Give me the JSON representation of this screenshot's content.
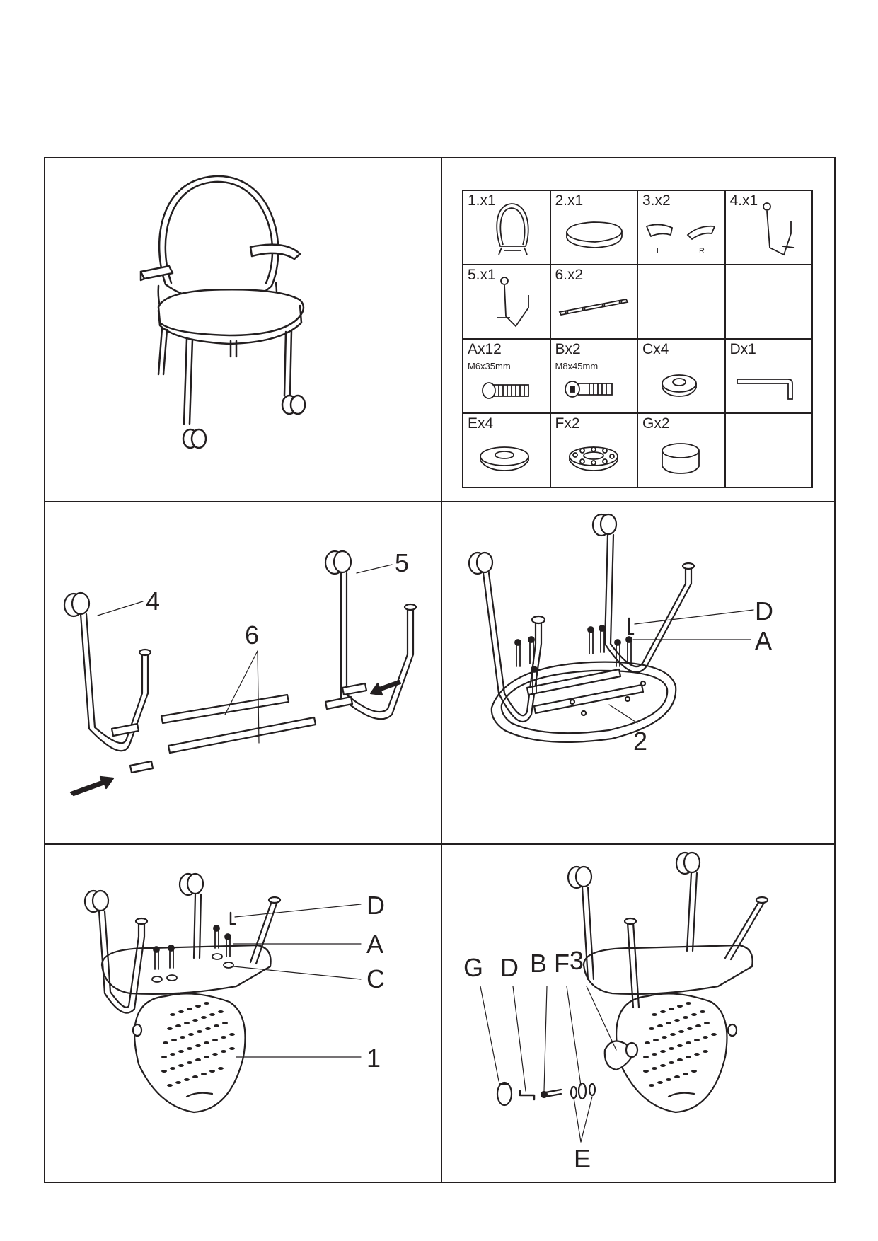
{
  "parts_table": {
    "rows": [
      [
        {
          "label": "1.x1",
          "icon": "backrest-icon"
        },
        {
          "label": "2.x1",
          "icon": "seat-cushion-icon"
        },
        {
          "label": "3.x2",
          "icon": "armrest-pair-icon",
          "marks": [
            "L",
            "R"
          ]
        },
        {
          "label": "4.x1",
          "icon": "leg-frame-left-icon"
        }
      ],
      [
        {
          "label": "5.x1",
          "icon": "leg-frame-right-icon"
        },
        {
          "label": "6.x2",
          "icon": "bracket-bar-icon"
        },
        {
          "label": ""
        },
        {
          "label": ""
        }
      ],
      [
        {
          "label": "Ax12",
          "size": "M6x35mm",
          "icon": "screw-a-icon"
        },
        {
          "label": "Bx2",
          "size": "M8x45mm",
          "icon": "bolt-b-icon"
        },
        {
          "label": "Cx4",
          "icon": "washer-c-icon"
        },
        {
          "label": "Dx1",
          "icon": "allen-key-icon"
        }
      ],
      [
        {
          "label": "Ex4",
          "icon": "washer-e-icon"
        },
        {
          "label": "Fx2",
          "icon": "bearing-plate-icon"
        },
        {
          "label": "Gx2",
          "icon": "end-cap-icon"
        },
        {
          "label": ""
        }
      ]
    ]
  },
  "step1": {
    "labels": [
      "4",
      "5",
      "6"
    ]
  },
  "step2": {
    "labels": [
      "D",
      "A",
      "2"
    ]
  },
  "step3": {
    "labels": [
      "D",
      "A",
      "C",
      "1"
    ]
  },
  "step4": {
    "labels": [
      "G",
      "D",
      "B",
      "F",
      "3",
      "E"
    ]
  }
}
